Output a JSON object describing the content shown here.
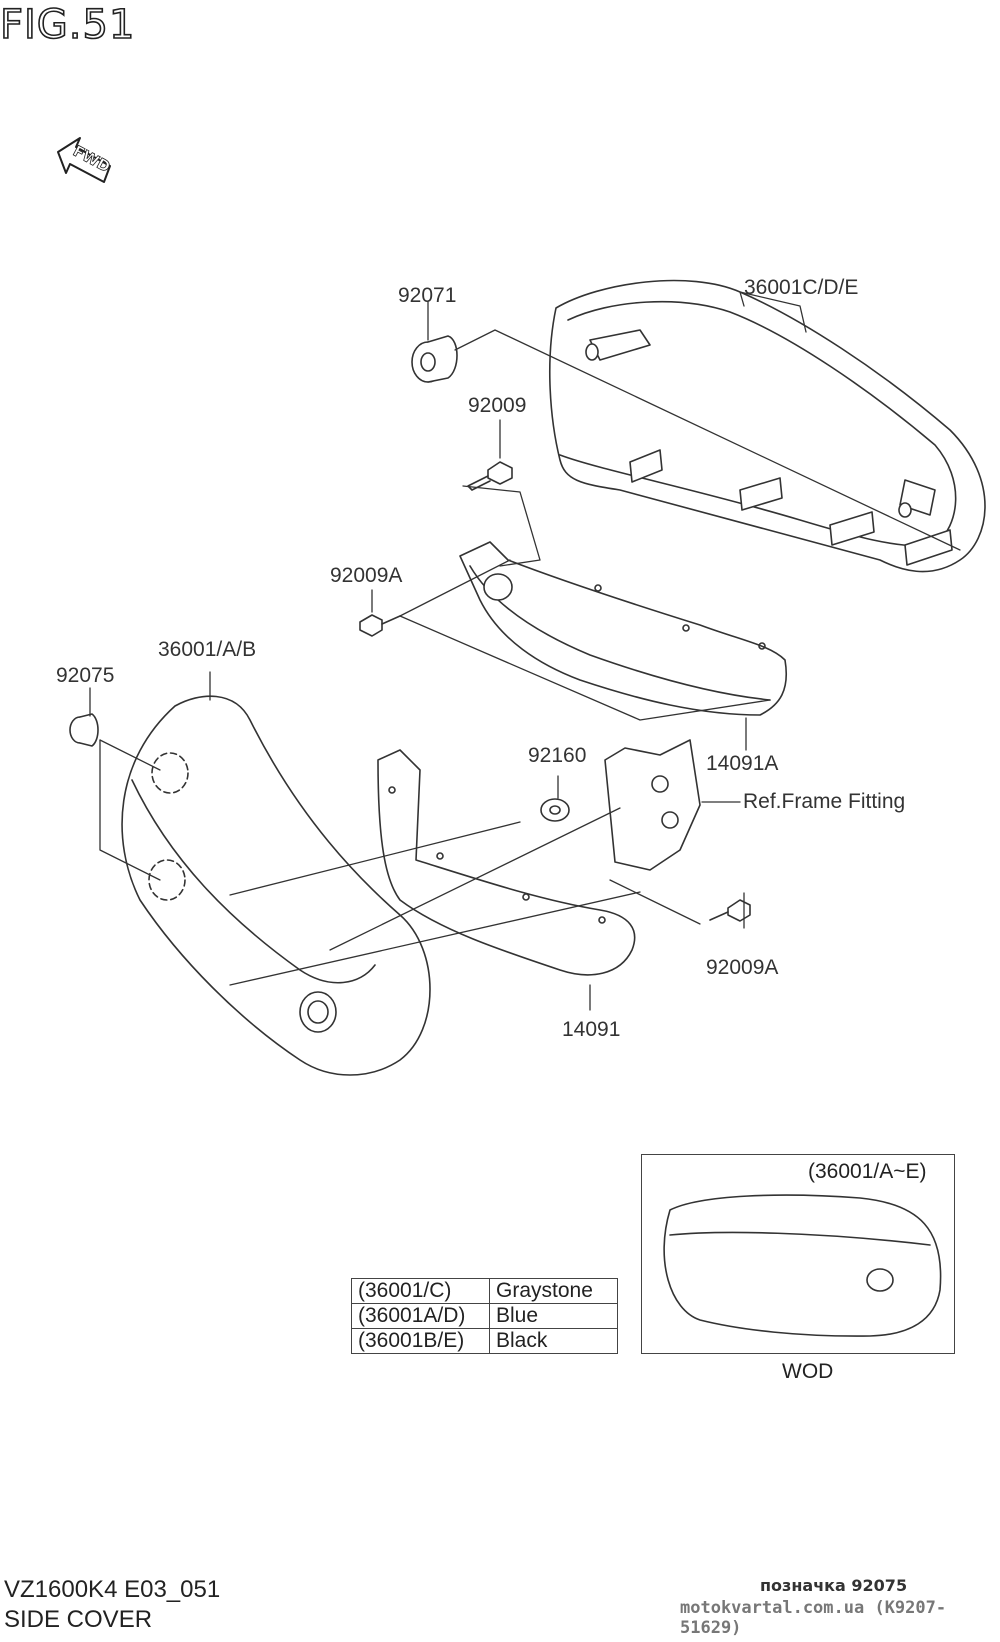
{
  "figure": {
    "title": "FIG.51",
    "forward_label": "FWD"
  },
  "callouts": [
    {
      "id": "36001cde",
      "text": "36001C/D/E"
    },
    {
      "id": "92071",
      "text": "92071"
    },
    {
      "id": "92009",
      "text": "92009"
    },
    {
      "id": "92009a-top",
      "text": "92009A"
    },
    {
      "id": "36001ab",
      "text": "36001/A/B"
    },
    {
      "id": "92075",
      "text": "92075"
    },
    {
      "id": "14091a",
      "text": "14091A"
    },
    {
      "id": "92160",
      "text": "92160"
    },
    {
      "id": "ref-frame",
      "text": "Ref.Frame Fitting"
    },
    {
      "id": "92009a-bottom",
      "text": "92009A"
    },
    {
      "id": "14091",
      "text": "14091"
    }
  ],
  "color_table": [
    {
      "code": "(36001/C)",
      "color": "Graystone"
    },
    {
      "code": "(36001A/D)",
      "color": "Blue"
    },
    {
      "code": "(36001B/E)",
      "color": "Black"
    }
  ],
  "wod_box": {
    "code": "(36001/A~E)",
    "label": "WOD"
  },
  "footer": {
    "model": "VZ1600K4 E03_051",
    "name": "SIDE COVER",
    "note": "позначка 92075",
    "site": "motokvartal.com.ua (K9207-51629)"
  }
}
